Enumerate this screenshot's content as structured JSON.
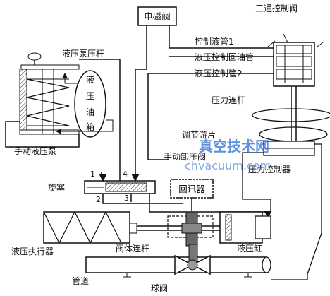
{
  "labels": {
    "solenoid_valve": "电磁阀",
    "three_way_valve": "三通控制阀",
    "pump_rod": "液压泵压杆",
    "ctrl_pipe_1": "控制液管1",
    "return_pipe": "液压控制回油管",
    "ctrl_pipe_2": "液压控制管2",
    "oil_tank_chars": [
      "液",
      "压",
      "油",
      "箱"
    ],
    "pressure_rod": "压力连杆",
    "adjust_ring": "调节游片",
    "hand_pump": "手动液压泵",
    "manual_release": "手动卸压阀",
    "pressure_controller": "压力控制器",
    "plug": "旋塞",
    "port_1": "1",
    "port_2": "2",
    "port_3": "3",
    "port_4": "4",
    "feedback": "回讯器",
    "actuator": "液压执行器",
    "body_rod": "阀体连杆",
    "cylinder": "液压缸",
    "pipeline": "管道",
    "ball_valve": "球阀"
  },
  "watermark": {
    "cn": "真空技术网",
    "url": "chvacuum.com",
    "color": "#2a6fd6"
  }
}
